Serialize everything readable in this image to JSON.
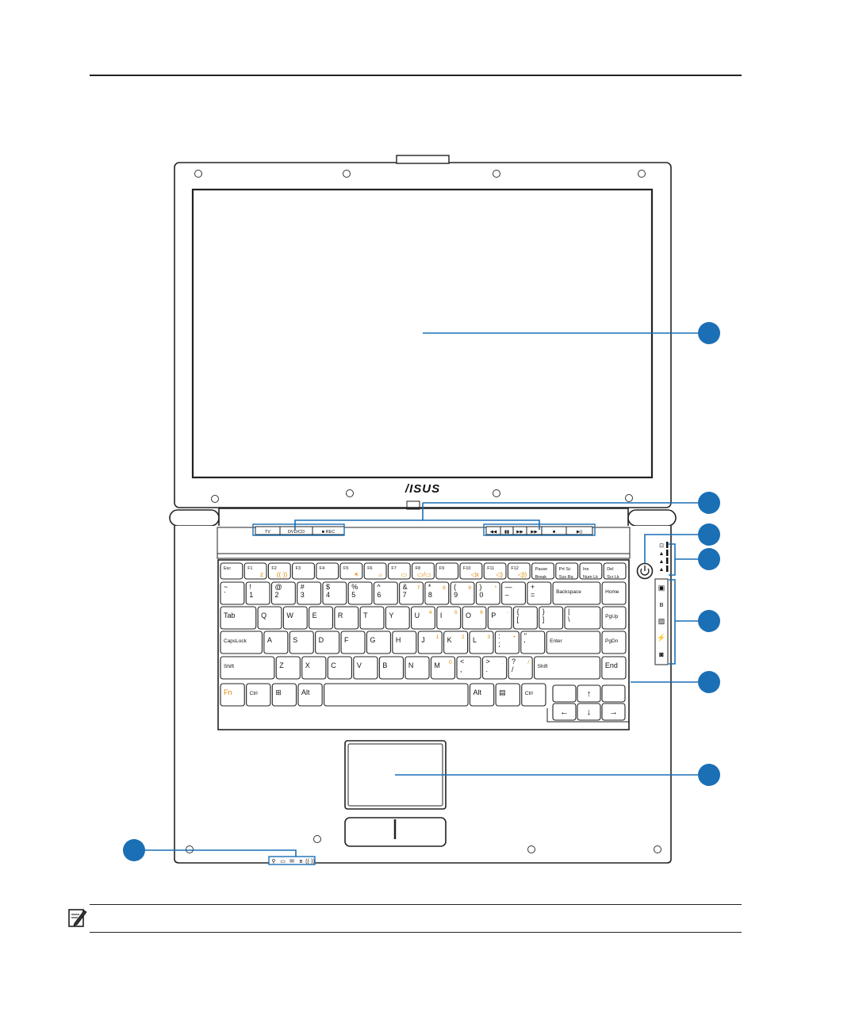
{
  "figure": {
    "brand_logo": "/ISUS",
    "callouts": [
      {
        "id": "display-panel",
        "label": ""
      },
      {
        "id": "instant-keys",
        "label": ""
      },
      {
        "id": "power-switch",
        "label": ""
      },
      {
        "id": "status-indicators-top",
        "label": ""
      },
      {
        "id": "express-gate-keys",
        "label": ""
      },
      {
        "id": "keyboard",
        "label": ""
      },
      {
        "id": "touchpad",
        "label": ""
      },
      {
        "id": "status-indicators-front",
        "label": ""
      }
    ],
    "instant_keys_left": [
      "TV",
      "DVD/CD",
      "■ REC"
    ],
    "instant_keys_right": [
      "◀◀",
      "▮▮",
      "▶▶",
      "▶▶",
      "■",
      "▶||"
    ],
    "keyboard_rows": [
      [
        {
          "label": "Esc",
          "w": 1
        },
        {
          "label": "F1",
          "w": 1,
          "fn": "z"
        },
        {
          "label": "F2",
          "w": 1,
          "fn": "((·))"
        },
        {
          "label": "F3",
          "w": 1
        },
        {
          "label": "F4",
          "w": 1
        },
        {
          "label": "F5",
          "w": 1,
          "fn": "☀"
        },
        {
          "label": "F6",
          "w": 1,
          "fn": "☼"
        },
        {
          "label": "F7",
          "w": 1,
          "fn": "▭"
        },
        {
          "label": "F8",
          "w": 1,
          "fn": "▭/▭"
        },
        {
          "label": "F9",
          "w": 1
        },
        {
          "label": "F10",
          "w": 1,
          "fn": "◁x"
        },
        {
          "label": "F11",
          "w": 1,
          "fn": "◁)"
        },
        {
          "label": "F12",
          "w": 1,
          "fn": "◁))"
        },
        {
          "label": "Pause\nBreak",
          "w": 1
        },
        {
          "label": "Prt Sc\nSys Rq",
          "w": 1
        },
        {
          "label": "Ins\nNum Lk",
          "w": 1
        },
        {
          "label": "Del\nScr Lk",
          "w": 1
        }
      ],
      [
        {
          "label": "~\n`",
          "w": 1
        },
        {
          "label": "!\n1",
          "w": 1
        },
        {
          "label": "@\n2",
          "w": 1
        },
        {
          "label": "#\n3",
          "w": 1
        },
        {
          "label": "$\n4",
          "w": 1
        },
        {
          "label": "%\n5",
          "w": 1
        },
        {
          "label": "^\n6",
          "w": 1
        },
        {
          "label": "&\n7",
          "w": 1,
          "fn": "7"
        },
        {
          "label": "*\n8",
          "w": 1,
          "fn": "8"
        },
        {
          "label": "(\n9",
          "w": 1,
          "fn": "9"
        },
        {
          "label": ")\n0",
          "w": 1,
          "fn": "*"
        },
        {
          "label": "—\n–",
          "w": 1
        },
        {
          "label": "+\n=",
          "w": 1
        },
        {
          "label": "Backspace",
          "w": 2
        },
        {
          "label": "Home",
          "w": 1
        }
      ],
      [
        {
          "label": "Tab",
          "w": 1.5
        },
        {
          "label": "Q",
          "w": 1
        },
        {
          "label": "W",
          "w": 1
        },
        {
          "label": "E",
          "w": 1
        },
        {
          "label": "R",
          "w": 1
        },
        {
          "label": "T",
          "w": 1
        },
        {
          "label": "Y",
          "w": 1
        },
        {
          "label": "U",
          "w": 1,
          "fn": "4"
        },
        {
          "label": "I",
          "w": 1,
          "fn": "5"
        },
        {
          "label": "O",
          "w": 1,
          "fn": "6"
        },
        {
          "label": "P",
          "w": 1,
          "fn": "-"
        },
        {
          "label": "{\n[",
          "w": 1
        },
        {
          "label": "}\n]",
          "w": 1
        },
        {
          "label": "|\n\\",
          "w": 1.5
        },
        {
          "label": "PgUp",
          "w": 1
        }
      ],
      [
        {
          "label": "CapsLock",
          "w": 1.75
        },
        {
          "label": "A",
          "w": 1
        },
        {
          "label": "S",
          "w": 1
        },
        {
          "label": "D",
          "w": 1
        },
        {
          "label": "F",
          "w": 1
        },
        {
          "label": "G",
          "w": 1
        },
        {
          "label": "H",
          "w": 1
        },
        {
          "label": "J",
          "w": 1,
          "fn": "1"
        },
        {
          "label": "K",
          "w": 1,
          "fn": "2"
        },
        {
          "label": "L",
          "w": 1,
          "fn": "3"
        },
        {
          "label": ":\n;",
          "w": 1,
          "fn": "+"
        },
        {
          "label": "\"\n'",
          "w": 1
        },
        {
          "label": "Enter",
          "w": 2.25
        },
        {
          "label": "PgDn",
          "w": 1
        }
      ],
      [
        {
          "label": "Shift",
          "w": 2.25
        },
        {
          "label": "Z",
          "w": 1
        },
        {
          "label": "X",
          "w": 1
        },
        {
          "label": "C",
          "w": 1
        },
        {
          "label": "V",
          "w": 1
        },
        {
          "label": "B",
          "w": 1
        },
        {
          "label": "N",
          "w": 1
        },
        {
          "label": "M",
          "w": 1,
          "fn": "0"
        },
        {
          "label": "<\n,",
          "w": 1
        },
        {
          "label": ">\n.",
          "w": 1,
          "fn": "."
        },
        {
          "label": "?\n/",
          "w": 1,
          "fn": "/"
        },
        {
          "label": "Shift",
          "w": 2.75
        },
        {
          "label": "End",
          "w": 1
        }
      ],
      [
        {
          "label": "Fn",
          "w": 1,
          "orange": true
        },
        {
          "label": "Ctrl",
          "w": 1
        },
        {
          "label": "⊞",
          "w": 1
        },
        {
          "label": "Alt",
          "w": 1
        },
        {
          "label": "",
          "w": 6
        },
        {
          "label": "Alt",
          "w": 1
        },
        {
          "label": "▤",
          "w": 1
        },
        {
          "label": "Ctrl",
          "w": 1
        }
      ]
    ],
    "arrow_keys": [
      "↑",
      "←",
      "↓",
      "→"
    ],
    "front_indicator_icons": [
      "⚲",
      "▭",
      "✉",
      "ʙ",
      "((·))"
    ],
    "side_indicator_icons": [
      "⊡",
      "▲",
      "▲",
      "▲"
    ],
    "express_key_icons": [
      "▣",
      "ʙ",
      "▨",
      "⚡",
      "◙"
    ]
  },
  "note": {
    "icon": "note-pencil-icon",
    "text": ""
  }
}
